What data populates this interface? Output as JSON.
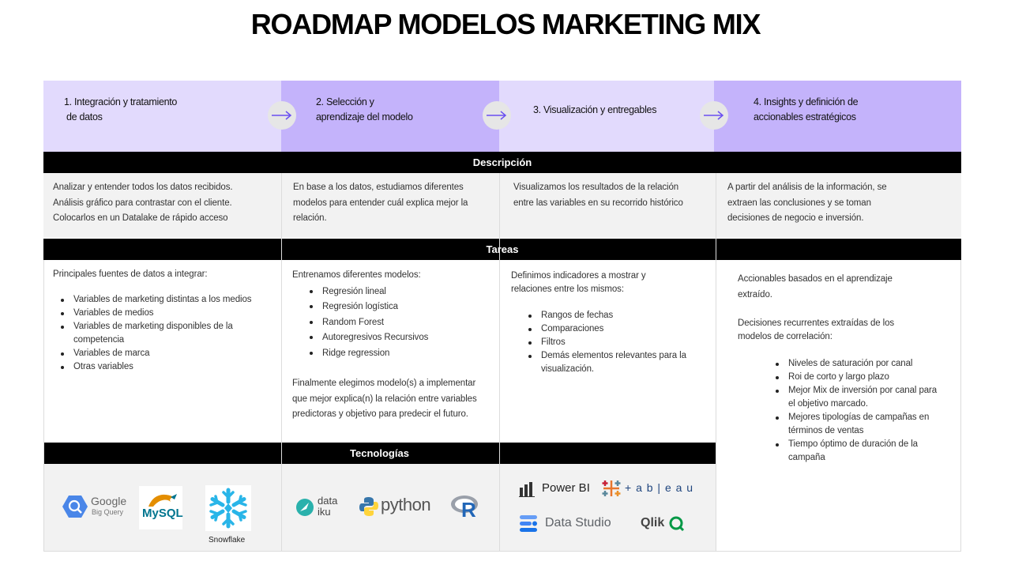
{
  "title": "ROADMAP MODELOS MARKETING MIX",
  "phases": [
    {
      "label_l1": "1. Integración y tratamiento",
      "label_l2": "de datos"
    },
    {
      "label_l1": "2. Selección y",
      "label_l2": "aprendizaje del modelo"
    },
    {
      "label_l1": "3. Visualización y entregables",
      "label_l2": ""
    },
    {
      "label_l1": "4. Insights y definición de",
      "label_l2": "accionables estratégicos"
    }
  ],
  "sections": {
    "descripcion": "Descripción",
    "tareas": "Tareas",
    "tecnologias": "Tecnologías"
  },
  "descripcion": [
    [
      "Analizar y entender  todos los datos recibidos.",
      "Análisis gráfico para contrastar con el cliente.",
      "Colocarlos en un  Datalake de rápido acceso"
    ],
    [
      "En base a los datos, estudiamos  diferentes",
      "modelos para entender  cuál explica mejor la",
      "relación."
    ],
    [
      "Visualizamos los resultados de la relación",
      "entre las variables en su recorrido histórico"
    ],
    [
      "A partir del análisis de la información, se",
      "extraen las conclusiones y se toman",
      "decisiones de negocio e inversión."
    ]
  ],
  "tareas": {
    "col1": {
      "intro": "Principales fuentes de datos a integrar:",
      "items": [
        "Variables de marketing distintas a los medios",
        "Variables de medios",
        "Variables de marketing disponibles de la competencia",
        "Variables de marca",
        "Otras variables"
      ]
    },
    "col2": {
      "intro": "Entrenamos diferentes modelos:",
      "items": [
        "Regresión lineal",
        "Regresión logística",
        "Random Forest",
        "Autoregresivos  Recursivos",
        "Ridge regression"
      ],
      "outro": "Finalmente elegimos modelo(s)  a implementar que mejor explica(n) la relación entre variables predictoras y objetivo para predecir el futuro."
    },
    "col3": {
      "intro_l1": "Definimos indicadores a mostrar y",
      "intro_l2": "relaciones entre los mismos:",
      "items": [
        "Rangos de fechas",
        "Comparaciones",
        "Filtros",
        "Demás elementos relevantes para la visualización."
      ]
    },
    "col4": {
      "intro_l1": "Accionables basados en el aprendizaje",
      "intro_l2": "extraído.",
      "intro2_l1": "Decisiones recurrentes  extraídas de los",
      "intro2_l2": "modelos de correlación:",
      "items": [
        "Niveles de saturación por canal",
        "Roi de corto y largo plazo",
        "Mejor Mix de inversión por canal para el objetivo marcado.",
        "Mejores tipologías de campañas en términos de ventas",
        "Tiempo óptimo de duración de la campaña"
      ]
    }
  },
  "tech": {
    "google_l1": "Google",
    "google_l2": "Big Query",
    "mysql": "MySQL",
    "snowflake": "Snowflake",
    "dataiku_l1": "data",
    "dataiku_l2": "iku",
    "python": "python",
    "r": "R",
    "powerbi": "Power BI",
    "tableau": "+ a b | e a u",
    "datastudio": "Data Studio",
    "qlik": "Qlik"
  },
  "colors": {
    "light_purple": "#e2dafd",
    "mid_purple": "#c4b3fb",
    "arrow": "#6a4ff0",
    "bar": "#000000"
  }
}
